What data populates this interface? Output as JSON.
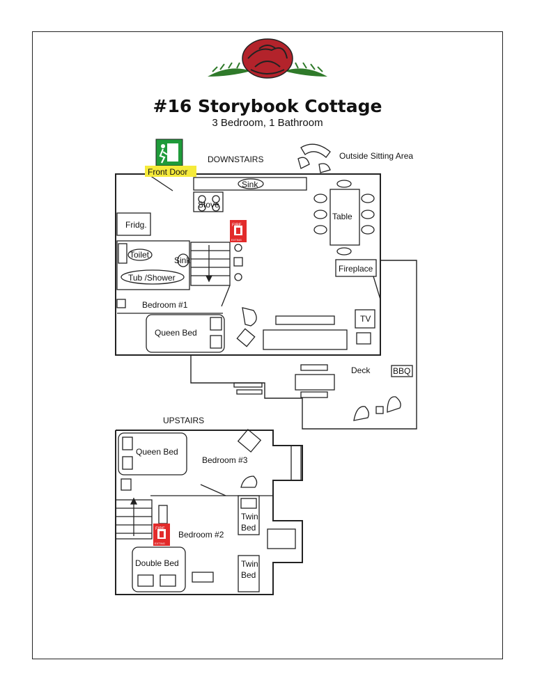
{
  "title": "#16 Storybook Cottage",
  "subtitle": "3 Bedroom, 1 Bathroom",
  "sections": {
    "downstairs": "DOWNSTAIRS",
    "upstairs": "UPSTAIRS"
  },
  "labels": {
    "front_door": "Front Door",
    "outside_sitting_area": "Outside Sitting Area",
    "sink_kitchen": "Sink",
    "stove": "Stove",
    "fridge": "Fridg.",
    "table": "Table",
    "toilet": "Toilet",
    "sink_bath": "Sink",
    "tub_shower": "Tub /Shower",
    "fireplace": "Fireplace",
    "bedroom1": "Bedroom #1",
    "queen_bed_down": "Queen Bed",
    "tv": "TV",
    "deck": "Deck",
    "bbq": "BBQ",
    "queen_bed_up": "Queen Bed",
    "bedroom3": "Bedroom #3",
    "bedroom2": "Bedroom #2",
    "twin_bed_1_a": "Twin",
    "twin_bed_1_b": "Bed",
    "twin_bed_2_a": "Twin",
    "twin_bed_2_b": "Bed",
    "double_bed": "Double Bed",
    "fire_ext_a": "FIRE",
    "fire_ext_b": "EXTING"
  },
  "colors": {
    "line": "#222222",
    "rose": "#b3232b",
    "leaf": "#2f7a2a",
    "exit_green": "#1f9b3a",
    "front_door_highlight": "#f5ea3a",
    "fire_red": "#e22b2b"
  },
  "icons": {
    "exit_sign": "exit-sign-icon",
    "fire_extinguisher": "fire-extinguisher-icon",
    "logo": "rose-logo-icon"
  }
}
